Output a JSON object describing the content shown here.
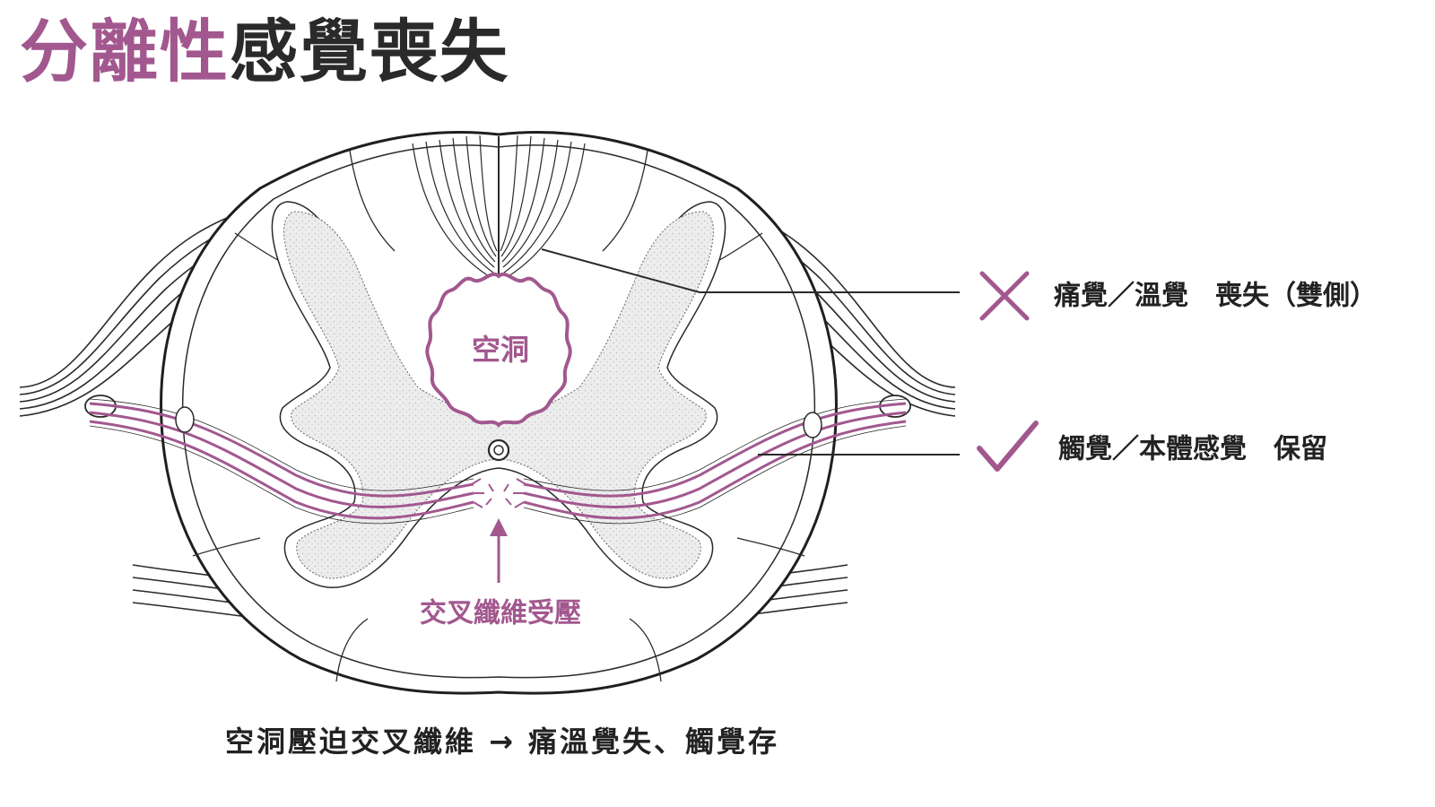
{
  "title": {
    "accent": "分離性",
    "rest": "感覺喪失"
  },
  "labels": {
    "syrinx": "空洞",
    "decussation": "交叉纖維受壓",
    "lost": "痛覺／溫覺　喪失（雙側）",
    "preserved": "觸覺／本體感覺　保留"
  },
  "caption": "空洞壓迫交叉纖維 → 痛溫覺失、觸覺存",
  "icons": {
    "lost": "cross-icon",
    "preserved": "check-icon"
  },
  "colors": {
    "accent": "#A2588F",
    "ink": "#2a2a2a",
    "gray_matter": "#EDEDED",
    "tract": "#A2588F"
  }
}
